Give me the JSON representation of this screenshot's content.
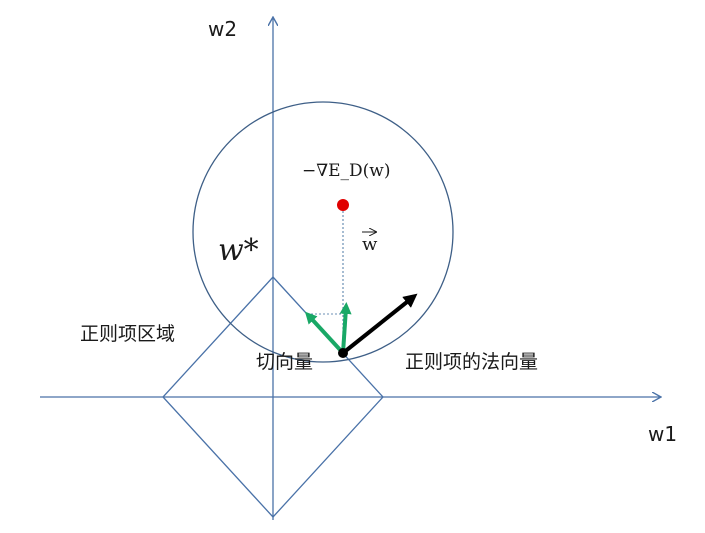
{
  "labels": {
    "axis_w1": "w1",
    "axis_w2": "w2",
    "gradient": "−∇E_D(w)",
    "w_vector": "w",
    "w_star": "w*",
    "regularization_region": "正则项区域",
    "tangent_vector": "切向量",
    "regularization_normal": "正则项的法向量"
  },
  "colors": {
    "axis": "#4a72a8",
    "circle": "#3e5f87",
    "diamond": "#4a72a8",
    "gradient_point": "#e00000",
    "green_arrow": "#19a866",
    "black_arrow": "#000000",
    "dotted_line": "#6b8fb5"
  }
}
